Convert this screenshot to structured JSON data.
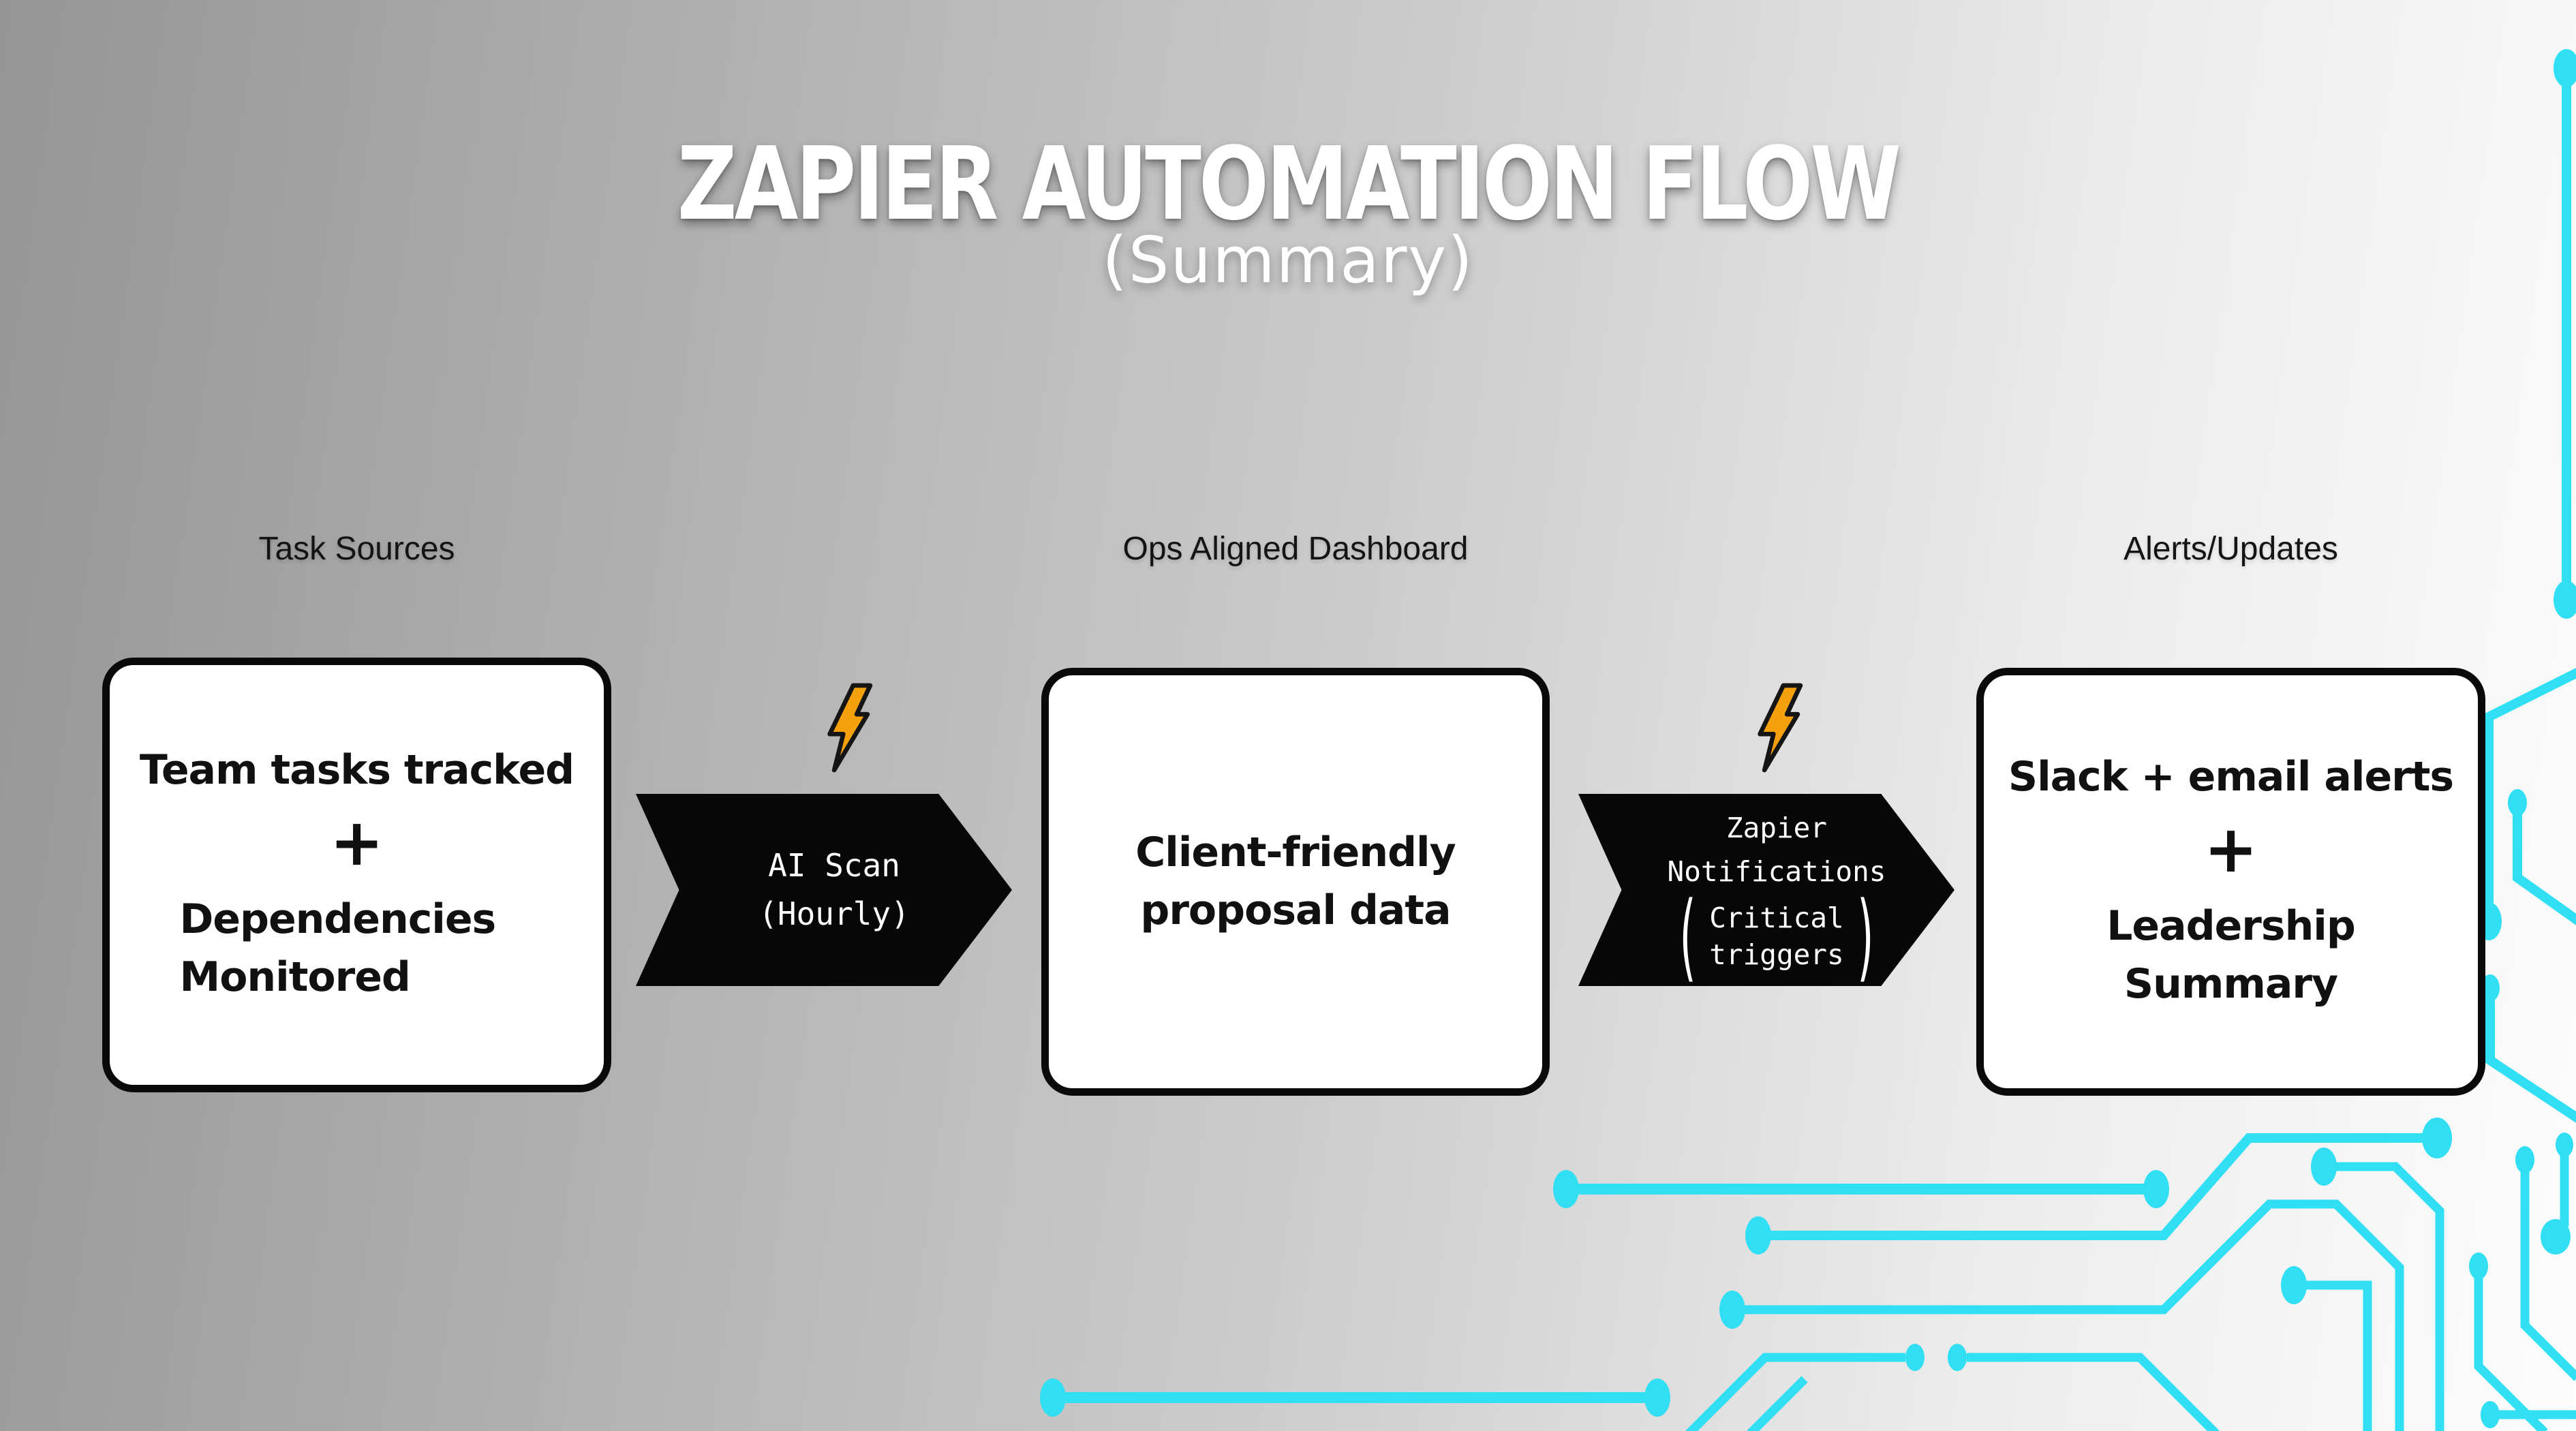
{
  "header": {
    "title": "ZAPIER AUTOMATION FLOW",
    "subtitle": "(Summary)"
  },
  "column_labels": [
    {
      "label": "Task Sources"
    },
    {
      "label": "Ops Aligned Dashboard"
    },
    {
      "label": "Alerts/Updates"
    }
  ],
  "boxes": {
    "task_sources": {
      "title": "Team tasks tracked",
      "plus": "+",
      "subtitle": "Dependencies Monitored"
    },
    "dashboard": {
      "title": "Client-friendly proposal data"
    },
    "alerts": {
      "title": "Slack + email alerts",
      "plus": "+",
      "subtitle": "Leadership Summary"
    }
  },
  "connectors": {
    "ai_scan": {
      "line1": "AI Scan",
      "line2": "(Hourly)"
    },
    "zapier": {
      "line1": "Zapier",
      "line2": "Notifications",
      "paren_open": "(",
      "paren_line1": "Critical",
      "paren_line2": "triggers",
      "paren_close": ")"
    }
  },
  "icons": {
    "lightning_bolt": "lightning-bolt-icon",
    "circuit": "circuit-board-decoration"
  },
  "colors": {
    "circuit_cyan": "#30DFF3",
    "bolt_orange": "#F5A10D",
    "shape_black": "#070707",
    "box_fill": "#FFFFFF",
    "text_black": "#111111",
    "title_white": "#FFFFFF"
  }
}
